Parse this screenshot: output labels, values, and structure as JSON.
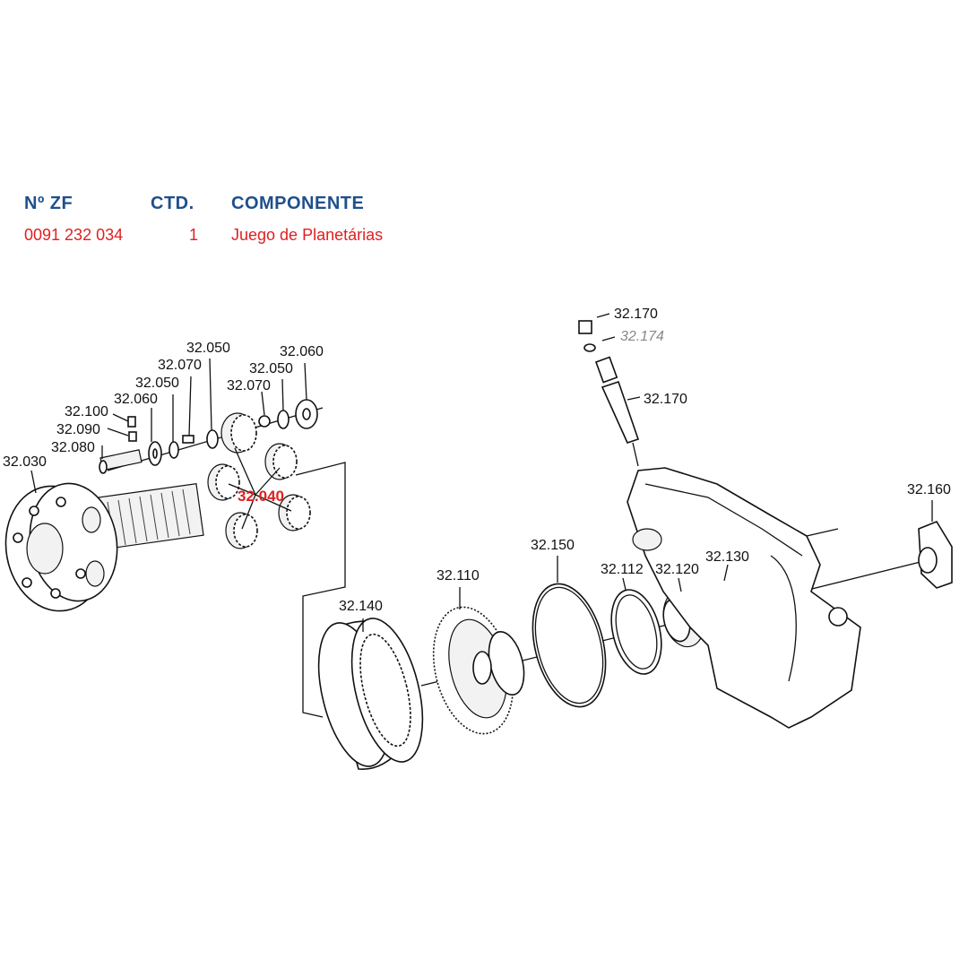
{
  "table": {
    "headers": {
      "part_no": "Nº ZF",
      "qty": "CTD.",
      "component": "COMPONENTE"
    },
    "rows": [
      {
        "part_no": "0091 232 034",
        "qty": "1",
        "component": "Juego de Planetárias"
      }
    ]
  },
  "colors": {
    "header": "#1f4f8c",
    "highlight": "#e02020"
  },
  "callouts": [
    {
      "id": "32.030",
      "label": "32.030"
    },
    {
      "id": "32.080",
      "label": "32.080"
    },
    {
      "id": "32.090",
      "label": "32.090"
    },
    {
      "id": "32.100",
      "label": "32.100"
    },
    {
      "id": "32.060a",
      "label": "32.060"
    },
    {
      "id": "32.050a",
      "label": "32.050"
    },
    {
      "id": "32.070a",
      "label": "32.070"
    },
    {
      "id": "32.050b",
      "label": "32.050"
    },
    {
      "id": "32.070b",
      "label": "32.070"
    },
    {
      "id": "32.050c",
      "label": "32.050"
    },
    {
      "id": "32.060b",
      "label": "32.060"
    },
    {
      "id": "32.040",
      "label": "32.040"
    },
    {
      "id": "32.140",
      "label": "32.140"
    },
    {
      "id": "32.110",
      "label": "32.110"
    },
    {
      "id": "32.150",
      "label": "32.150"
    },
    {
      "id": "32.112",
      "label": "32.112"
    },
    {
      "id": "32.120",
      "label": "32.120"
    },
    {
      "id": "32.130",
      "label": "32.130"
    },
    {
      "id": "32.160",
      "label": "32.160"
    },
    {
      "id": "32.170a",
      "label": "32.170"
    },
    {
      "id": "32.174",
      "label": "32.174"
    },
    {
      "id": "32.170b",
      "label": "32.170"
    }
  ]
}
